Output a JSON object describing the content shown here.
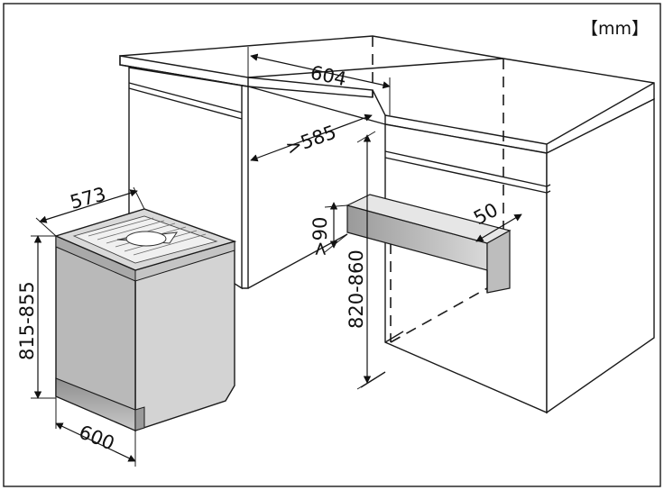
{
  "units_label": "【mm】",
  "dimensions": {
    "cabinet_gap_top": "604",
    "cabinet_gap_min": ">585",
    "toe_height": ">90",
    "niche_height": "820-860",
    "plinth_depth": "50",
    "appliance_depth": "573",
    "appliance_height": "815-855",
    "appliance_width": "600"
  },
  "colors": {
    "line": "#1a1a1a",
    "appliance_body": "#b7b7b7",
    "appliance_side": "#c9c9c9",
    "plinth": "#9c9c9c",
    "worktop": "#ffffff"
  }
}
